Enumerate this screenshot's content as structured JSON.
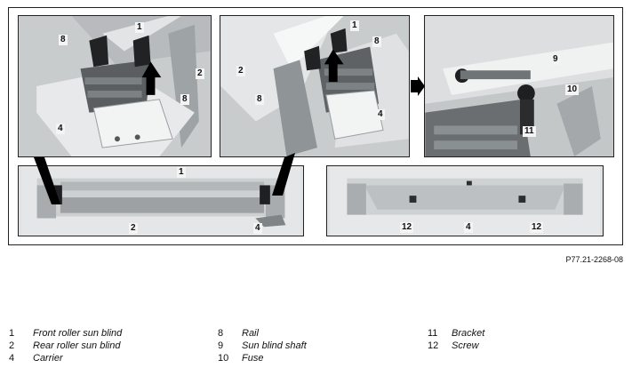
{
  "figure": {
    "reference_code": "P77.21-2268-08",
    "panels": [
      {
        "id": "top-left",
        "callouts": [
          "1",
          "8",
          "2",
          "8",
          "4"
        ]
      },
      {
        "id": "top-middle",
        "callouts": [
          "1",
          "8",
          "2",
          "8",
          "4"
        ]
      },
      {
        "id": "top-right",
        "callouts": [
          "9",
          "10",
          "11"
        ]
      },
      {
        "id": "bottom-left",
        "callouts": [
          "1",
          "2",
          "4"
        ]
      },
      {
        "id": "bottom-right",
        "callouts": [
          "12",
          "4",
          "12"
        ]
      }
    ]
  },
  "legend": {
    "columns": [
      [
        {
          "num": "1",
          "text": "Front roller sun blind"
        },
        {
          "num": "2",
          "text": "Rear roller sun blind"
        },
        {
          "num": "4",
          "text": "Carrier"
        }
      ],
      [
        {
          "num": "8",
          "text": "Rail"
        },
        {
          "num": "9",
          "text": "Sun blind shaft"
        },
        {
          "num": "10",
          "text": "Fuse"
        }
      ],
      [
        {
          "num": "11",
          "text": "Bracket"
        },
        {
          "num": "12",
          "text": "Screw"
        }
      ]
    ]
  }
}
